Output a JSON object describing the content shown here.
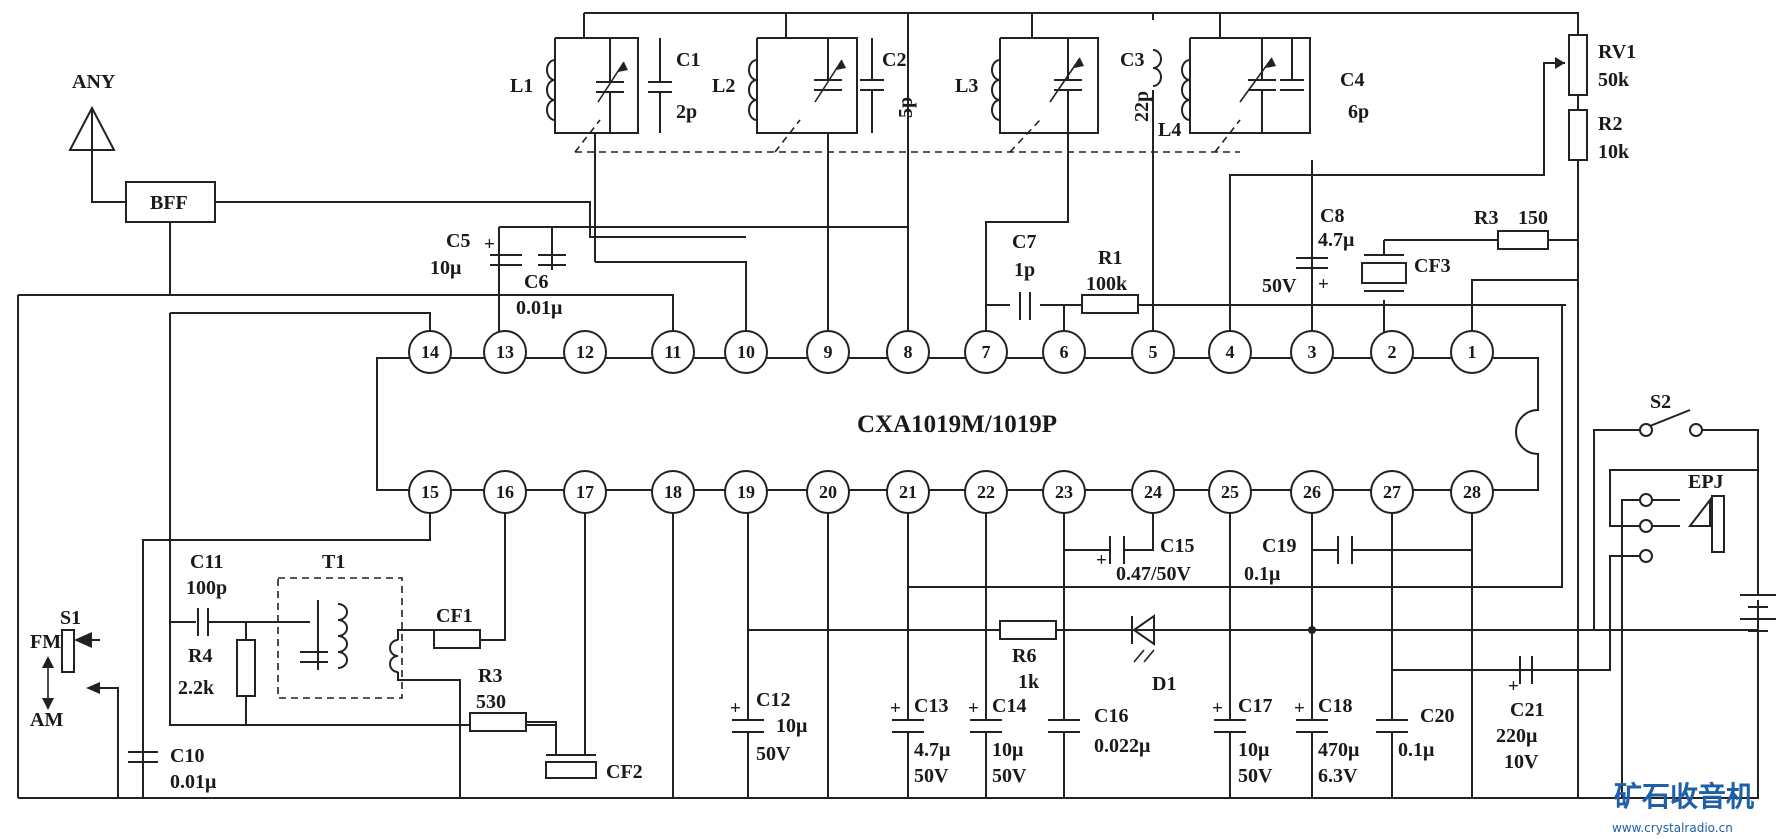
{
  "ic": {
    "name": "CXA1019M/1019P"
  },
  "pins_top": [
    "14",
    "13",
    "12",
    "11",
    "10",
    "9",
    "8",
    "7",
    "6",
    "5",
    "4",
    "3",
    "2",
    "1"
  ],
  "pins_bottom": [
    "15",
    "16",
    "17",
    "18",
    "19",
    "20",
    "21",
    "22",
    "23",
    "24",
    "25",
    "26",
    "27",
    "28"
  ],
  "antenna": {
    "ref": "ANY",
    "filter": "BFF"
  },
  "tank": {
    "L1": "L1",
    "C1": "C1",
    "C1_val": "2p",
    "L2": "L2",
    "C2": "C2",
    "C2_val": "5p",
    "L3": "L3",
    "C3": "C3",
    "C3_val": "22p",
    "L4": "L4",
    "C4": "C4",
    "C4_val": "6p"
  },
  "top_parts": {
    "RV1": "RV1",
    "RV1_val": "50k",
    "R2": "R2",
    "R2_val": "10k",
    "C5": "C5",
    "C5_val": "10μ",
    "C6": "C6",
    "C6_val": "0.01μ",
    "C7": "C7",
    "C7_val": "1p",
    "R1": "R1",
    "R1_val": "100k",
    "C8": "C8",
    "C8_val": "4.7μ",
    "C8_v": "50V",
    "R3": "R3",
    "R3_val": "150",
    "CF3": "CF3"
  },
  "bottom_parts": {
    "S1": "S1",
    "FM": "FM",
    "AM": "AM",
    "C10": "C10",
    "C10_val": "0.01μ",
    "C11": "C11",
    "C11_val": "100p",
    "R4": "R4",
    "R4_val": "2.2k",
    "T1": "T1",
    "CF1": "CF1",
    "R3b": "R3",
    "R3b_val": "530",
    "CF2": "CF2",
    "C12": "C12",
    "C12_val": "10μ",
    "C12_v": "50V",
    "C13": "C13",
    "C13_val": "4.7μ",
    "C13_v": "50V",
    "C14": "C14",
    "C14_val": "10μ",
    "C14_v": "50V",
    "R6": "R6",
    "R6_val": "1k",
    "C16": "C16",
    "C16_val": "0.022μ",
    "D1": "D1",
    "C15": "C15",
    "C15_val": "0.47/50V",
    "C19": "C19",
    "C19_val": "0.1μ",
    "C17": "C17",
    "C17_val": "10μ",
    "C17_v": "50V",
    "C18": "C18",
    "C18_val": "470μ",
    "C18_v": "6.3V",
    "C20": "C20",
    "C20_val": "0.1μ",
    "C21": "C21",
    "C21_val": "220μ",
    "C21_v": "10V",
    "S2": "S2",
    "EPJ": "EPJ"
  },
  "watermark": {
    "title": "矿石收音机",
    "url": "www.crystalradio.cn"
  }
}
